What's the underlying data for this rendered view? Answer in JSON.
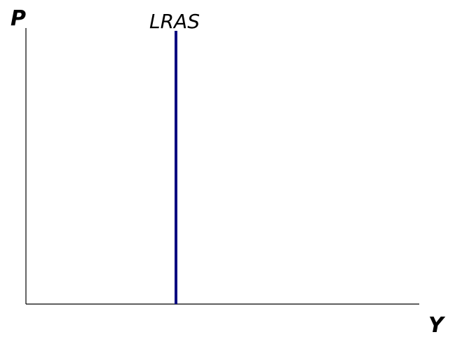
{
  "diagram": {
    "y_axis_label": "P",
    "x_axis_label": "Y",
    "curve_label": "LRAS",
    "curve_color": "#0a0a80",
    "axis_color": "#000000"
  }
}
